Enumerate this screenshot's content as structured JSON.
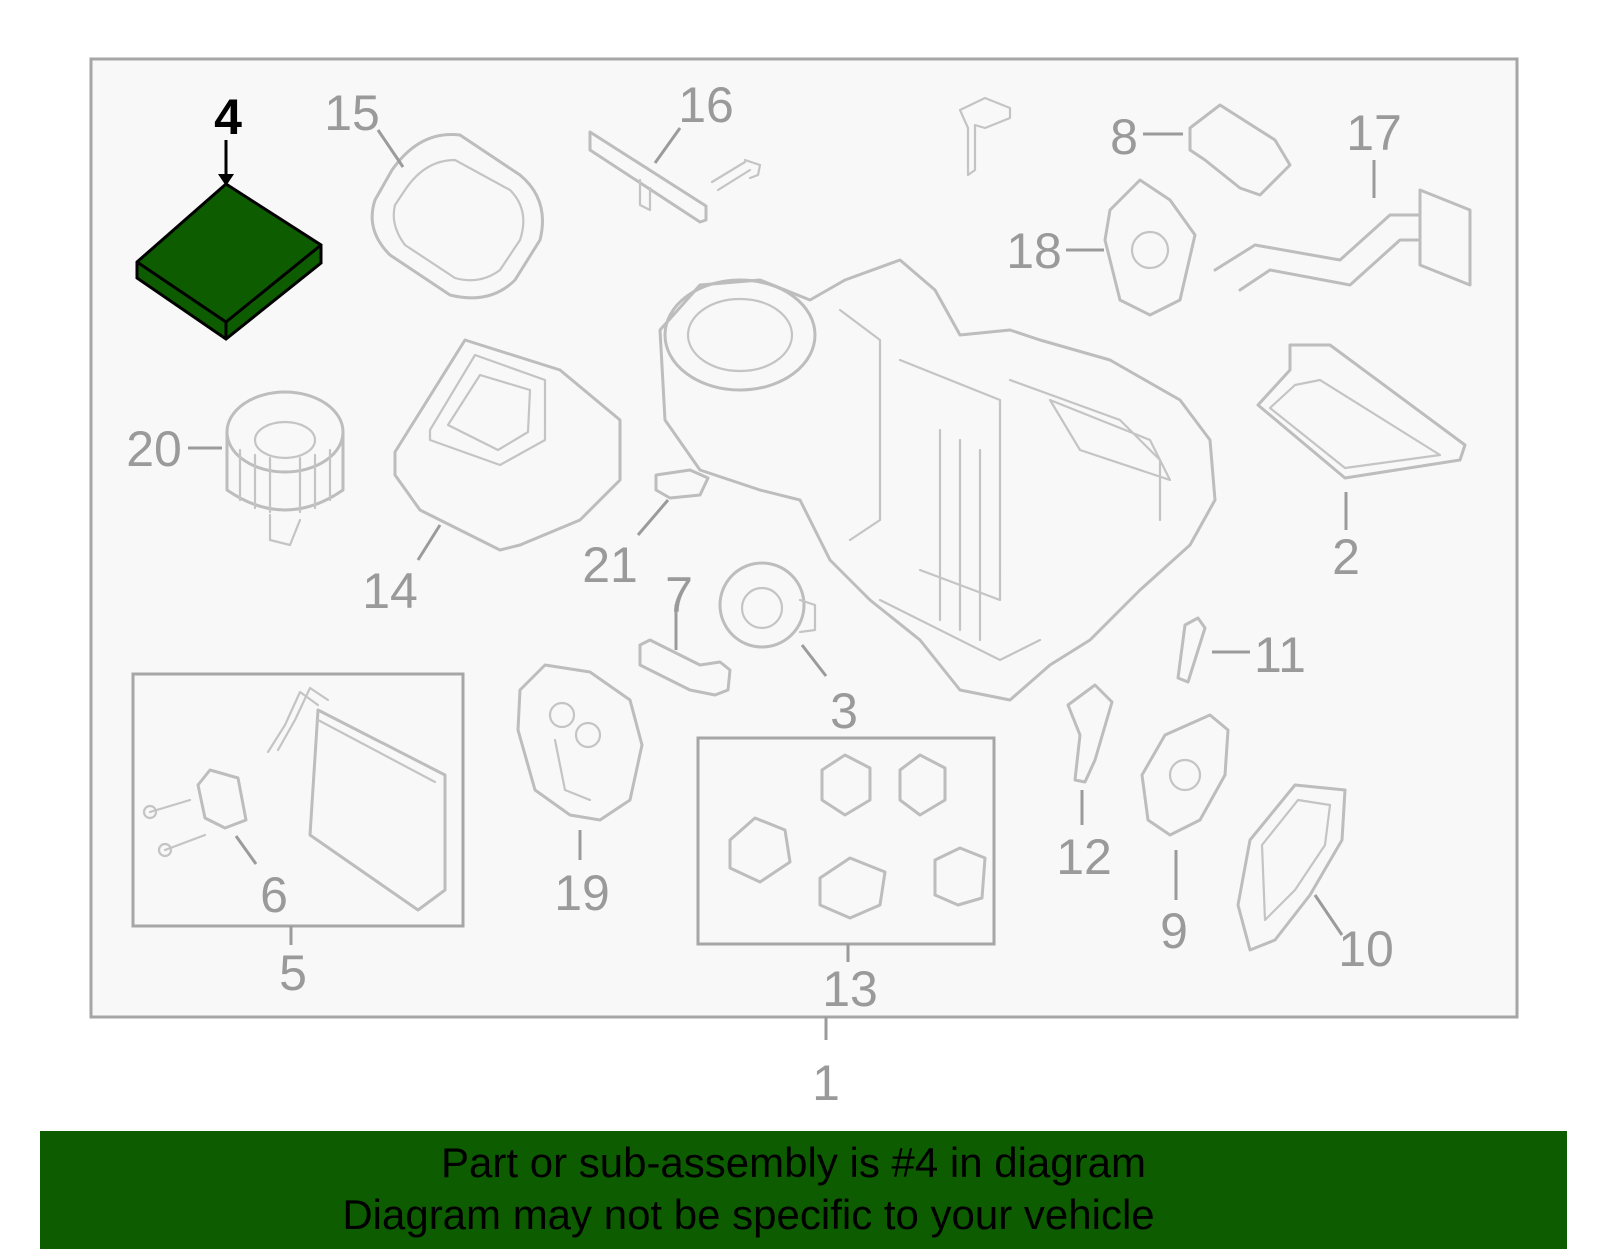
{
  "diagram": {
    "highlight_color": "#0d5c00",
    "highlighted_part": "4",
    "callouts": {
      "c1": "1",
      "c2": "2",
      "c3": "3",
      "c4": "4",
      "c5": "5",
      "c6": "6",
      "c7": "7",
      "c8": "8",
      "c9": "9",
      "c10": "10",
      "c11": "11",
      "c12": "12",
      "c13": "13",
      "c14": "14",
      "c15": "15",
      "c16": "16",
      "c17": "17",
      "c18": "18",
      "c19": "19",
      "c20": "20",
      "c21": "21"
    }
  },
  "banner": {
    "line1": "Part or sub-assembly is #4 in diagram",
    "line2": "Diagram may not be specific to your vehicle"
  }
}
